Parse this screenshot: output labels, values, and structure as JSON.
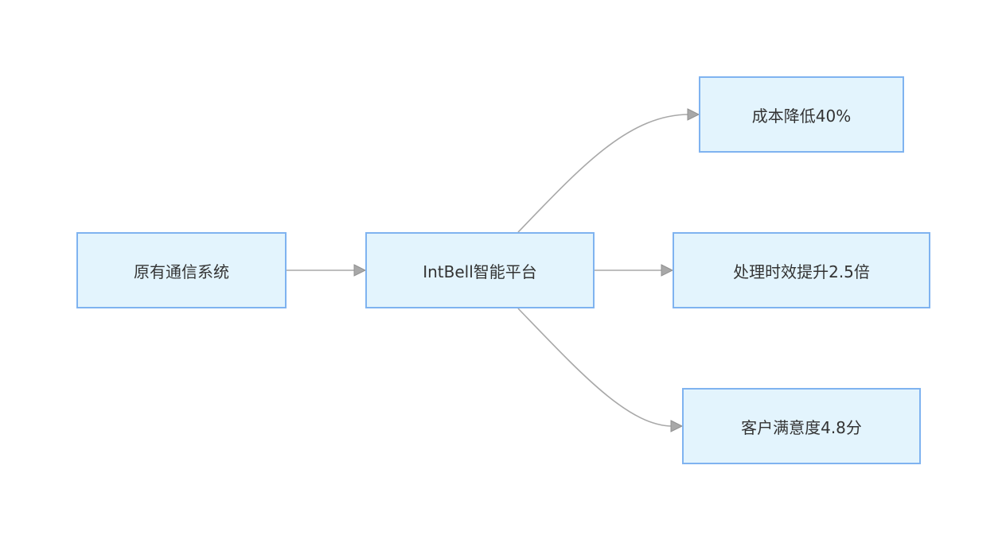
{
  "diagram": {
    "nodes": {
      "source": "原有通信系统",
      "platform": "IntBell智能平台",
      "cost": "成本降低40%",
      "speed": "处理时效提升2.5倍",
      "satisfaction": "客户满意度4.8分"
    },
    "edges": [
      {
        "from": "source",
        "to": "platform"
      },
      {
        "from": "platform",
        "to": "cost"
      },
      {
        "from": "platform",
        "to": "speed"
      },
      {
        "from": "platform",
        "to": "satisfaction"
      }
    ],
    "colors": {
      "node_fill": "#e3f4fd",
      "node_border": "#7fb3f0",
      "edge": "#a8a8a8",
      "text": "#333333"
    }
  }
}
